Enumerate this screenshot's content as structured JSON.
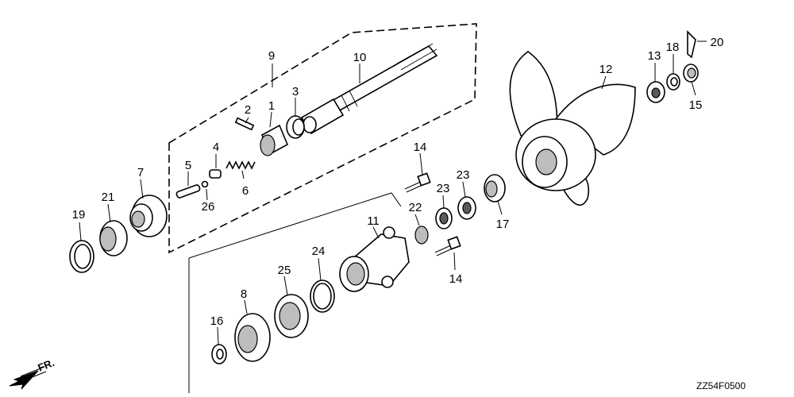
{
  "diagram": {
    "code": "ZZ54F0500",
    "direction_label": "FR.",
    "callouts": [
      {
        "id": "c1",
        "label": "1"
      },
      {
        "id": "c2",
        "label": "2"
      },
      {
        "id": "c3",
        "label": "3"
      },
      {
        "id": "c4",
        "label": "4"
      },
      {
        "id": "c5",
        "label": "5"
      },
      {
        "id": "c6",
        "label": "6"
      },
      {
        "id": "c7",
        "label": "7"
      },
      {
        "id": "c8",
        "label": "8"
      },
      {
        "id": "c9",
        "label": "9"
      },
      {
        "id": "c10",
        "label": "10"
      },
      {
        "id": "c11",
        "label": "11"
      },
      {
        "id": "c12",
        "label": "12"
      },
      {
        "id": "c13",
        "label": "13"
      },
      {
        "id": "c14a",
        "label": "14"
      },
      {
        "id": "c14b",
        "label": "14"
      },
      {
        "id": "c15",
        "label": "15"
      },
      {
        "id": "c16",
        "label": "16"
      },
      {
        "id": "c17",
        "label": "17"
      },
      {
        "id": "c18",
        "label": "18"
      },
      {
        "id": "c19",
        "label": "19"
      },
      {
        "id": "c20",
        "label": "20"
      },
      {
        "id": "c21",
        "label": "21"
      },
      {
        "id": "c22",
        "label": "22"
      },
      {
        "id": "c23a",
        "label": "23"
      },
      {
        "id": "c23b",
        "label": "23"
      },
      {
        "id": "c24",
        "label": "24"
      },
      {
        "id": "c25",
        "label": "25"
      },
      {
        "id": "c26",
        "label": "26"
      }
    ]
  }
}
